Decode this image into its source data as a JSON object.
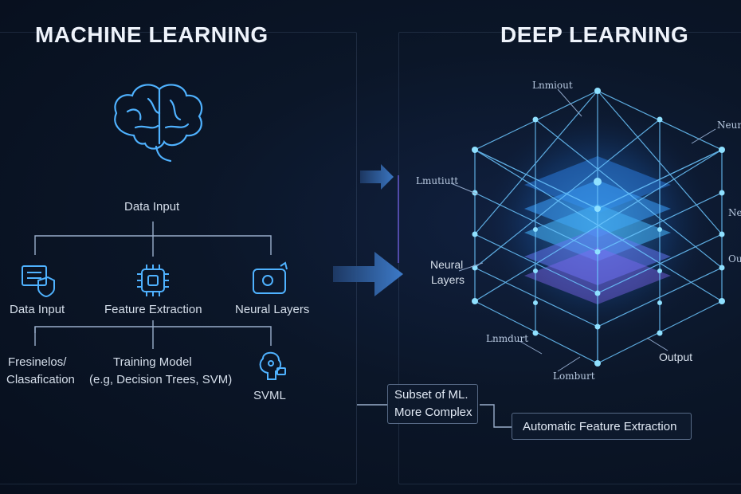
{
  "machine_learning": {
    "title": "MACHINE LEARNING",
    "top_node": "Data Input",
    "row1": [
      "Data Input",
      "Feature Extraction",
      "Neural Layers"
    ],
    "row2": {
      "left_line1": "Fresinelos/",
      "left_line2": "Clasafication",
      "middle_line1": "Training Model",
      "middle_line2": "(e.g, Decision Trees, SVM)",
      "right": "SVML"
    }
  },
  "deep_learning": {
    "title": "DEEP LEARNING",
    "network_labels": {
      "top": "Lnmiout",
      "right_top": "Neura",
      "left": "Lmutiutt",
      "right_mid": "Ne",
      "neural_layers_line1": "Neural",
      "neural_layers_line2": "Layers",
      "right_low": "Ou",
      "bottom_left": "Lnmdurt",
      "output": "Output",
      "bottom": "Lomburt"
    },
    "subset_box_line1": "Subset of ML.",
    "subset_box_line2": "More Complex",
    "feature_box": "Automatic Feature Extraction"
  },
  "colors": {
    "accent": "#3aa8ff",
    "line": "#9aaecb",
    "background": "#0b1628"
  },
  "icons": [
    "brain-icon",
    "data-input-icon",
    "chip-icon",
    "neural-layers-icon",
    "svml-icon",
    "arrow-right-icon",
    "network-cube-icon"
  ]
}
